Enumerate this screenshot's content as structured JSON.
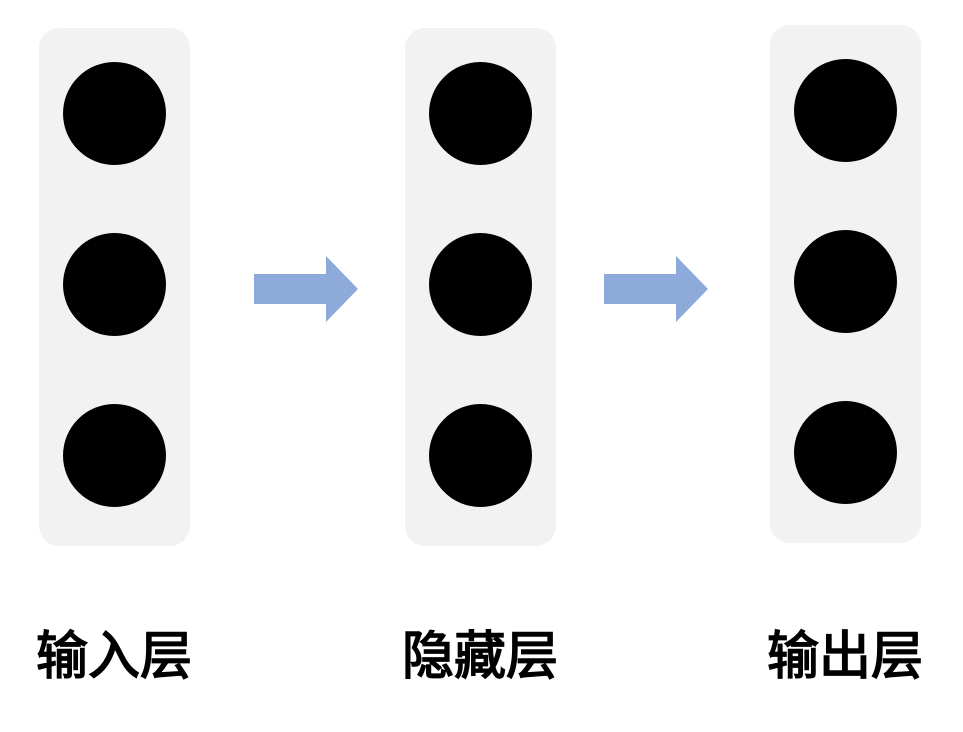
{
  "diagram": {
    "layers": [
      {
        "label": "输入层",
        "nodes": 3
      },
      {
        "label": "隐藏层",
        "nodes": 3
      },
      {
        "label": "输出层",
        "nodes": 3
      }
    ],
    "colors": {
      "panel": "#f2f2f2",
      "node": "#000000",
      "arrow": "#8eaadb",
      "label": "#000000"
    }
  }
}
